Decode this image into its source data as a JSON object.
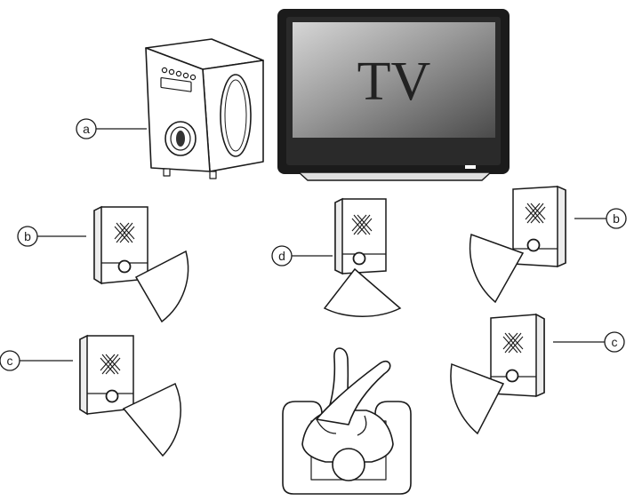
{
  "tv": {
    "label": "TV"
  },
  "callouts": {
    "subwoofer": "a",
    "front_left": "b",
    "front_right": "b",
    "center": "d",
    "rear_left": "c",
    "rear_right": "c"
  },
  "colors": {
    "line": "#1a1a1a",
    "tv_frame": "#1b1b1b",
    "screen_light": "#c8c8c8",
    "screen_dark": "#5e5e5e",
    "speaker_side": "#e6e6e6"
  }
}
